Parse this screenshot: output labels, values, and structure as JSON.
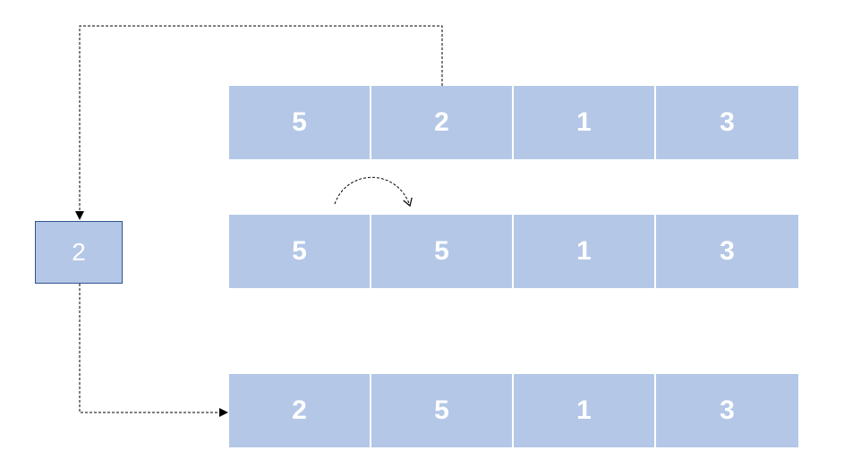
{
  "rows": [
    {
      "cells": [
        "5",
        "2",
        "1",
        "3"
      ]
    },
    {
      "cells": [
        "5",
        "5",
        "1",
        "3"
      ]
    },
    {
      "cells": [
        "2",
        "5",
        "1",
        "3"
      ]
    }
  ],
  "temp": {
    "value": "2"
  },
  "colors": {
    "cell_fill": "#b4c7e7",
    "temp_border": "#2f528f",
    "text": "#ffffff",
    "arrow": "#000000"
  }
}
